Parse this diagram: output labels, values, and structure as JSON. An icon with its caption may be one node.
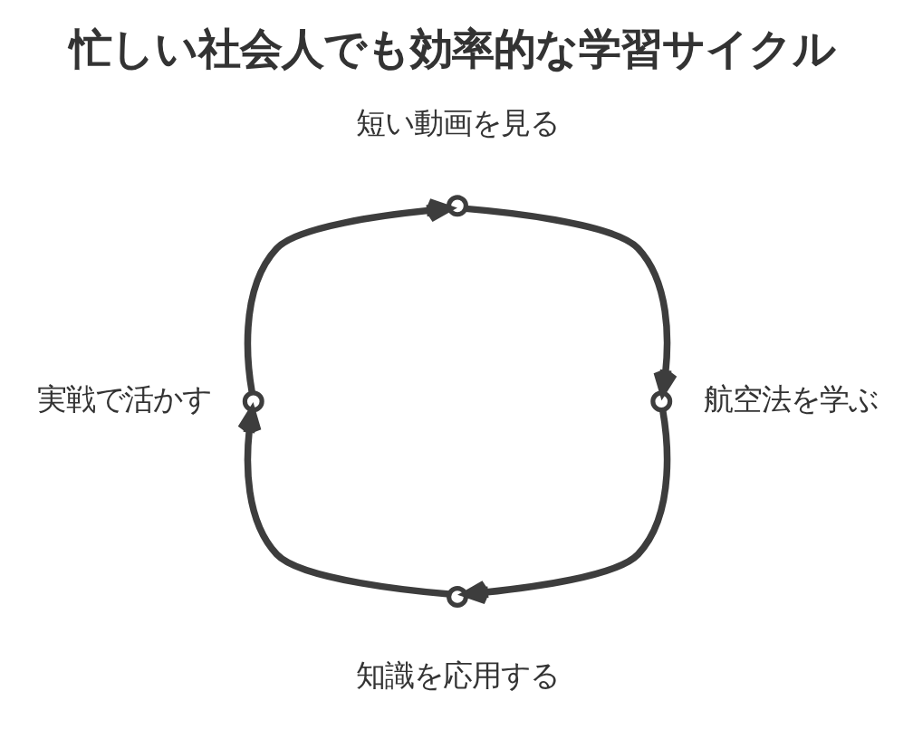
{
  "diagram": {
    "title": "忙しい社会人でも効率的な学習サイクル",
    "nodes": [
      {
        "text": [],
        "shape": "circle",
        "beside": [
          "短い動画を見る"
        ]
      },
      {
        "text": [],
        "shape": "circle",
        "beside": [
          "航空法を学ぶ"
        ]
      },
      {
        "text": [],
        "shape": "circle",
        "beside": [
          "知識を応用する"
        ]
      },
      {
        "text": [],
        "shape": "circle",
        "beside": [
          "実戦で活かす"
        ]
      }
    ],
    "edges": [
      {
        "from": 0,
        "to": 1,
        "arrow": "to"
      },
      {
        "from": 1,
        "to": 2,
        "arrow": "to"
      },
      {
        "from": 2,
        "to": 3,
        "arrow": "to"
      },
      {
        "from": 3,
        "to": 0,
        "arrow": "to"
      }
    ]
  }
}
